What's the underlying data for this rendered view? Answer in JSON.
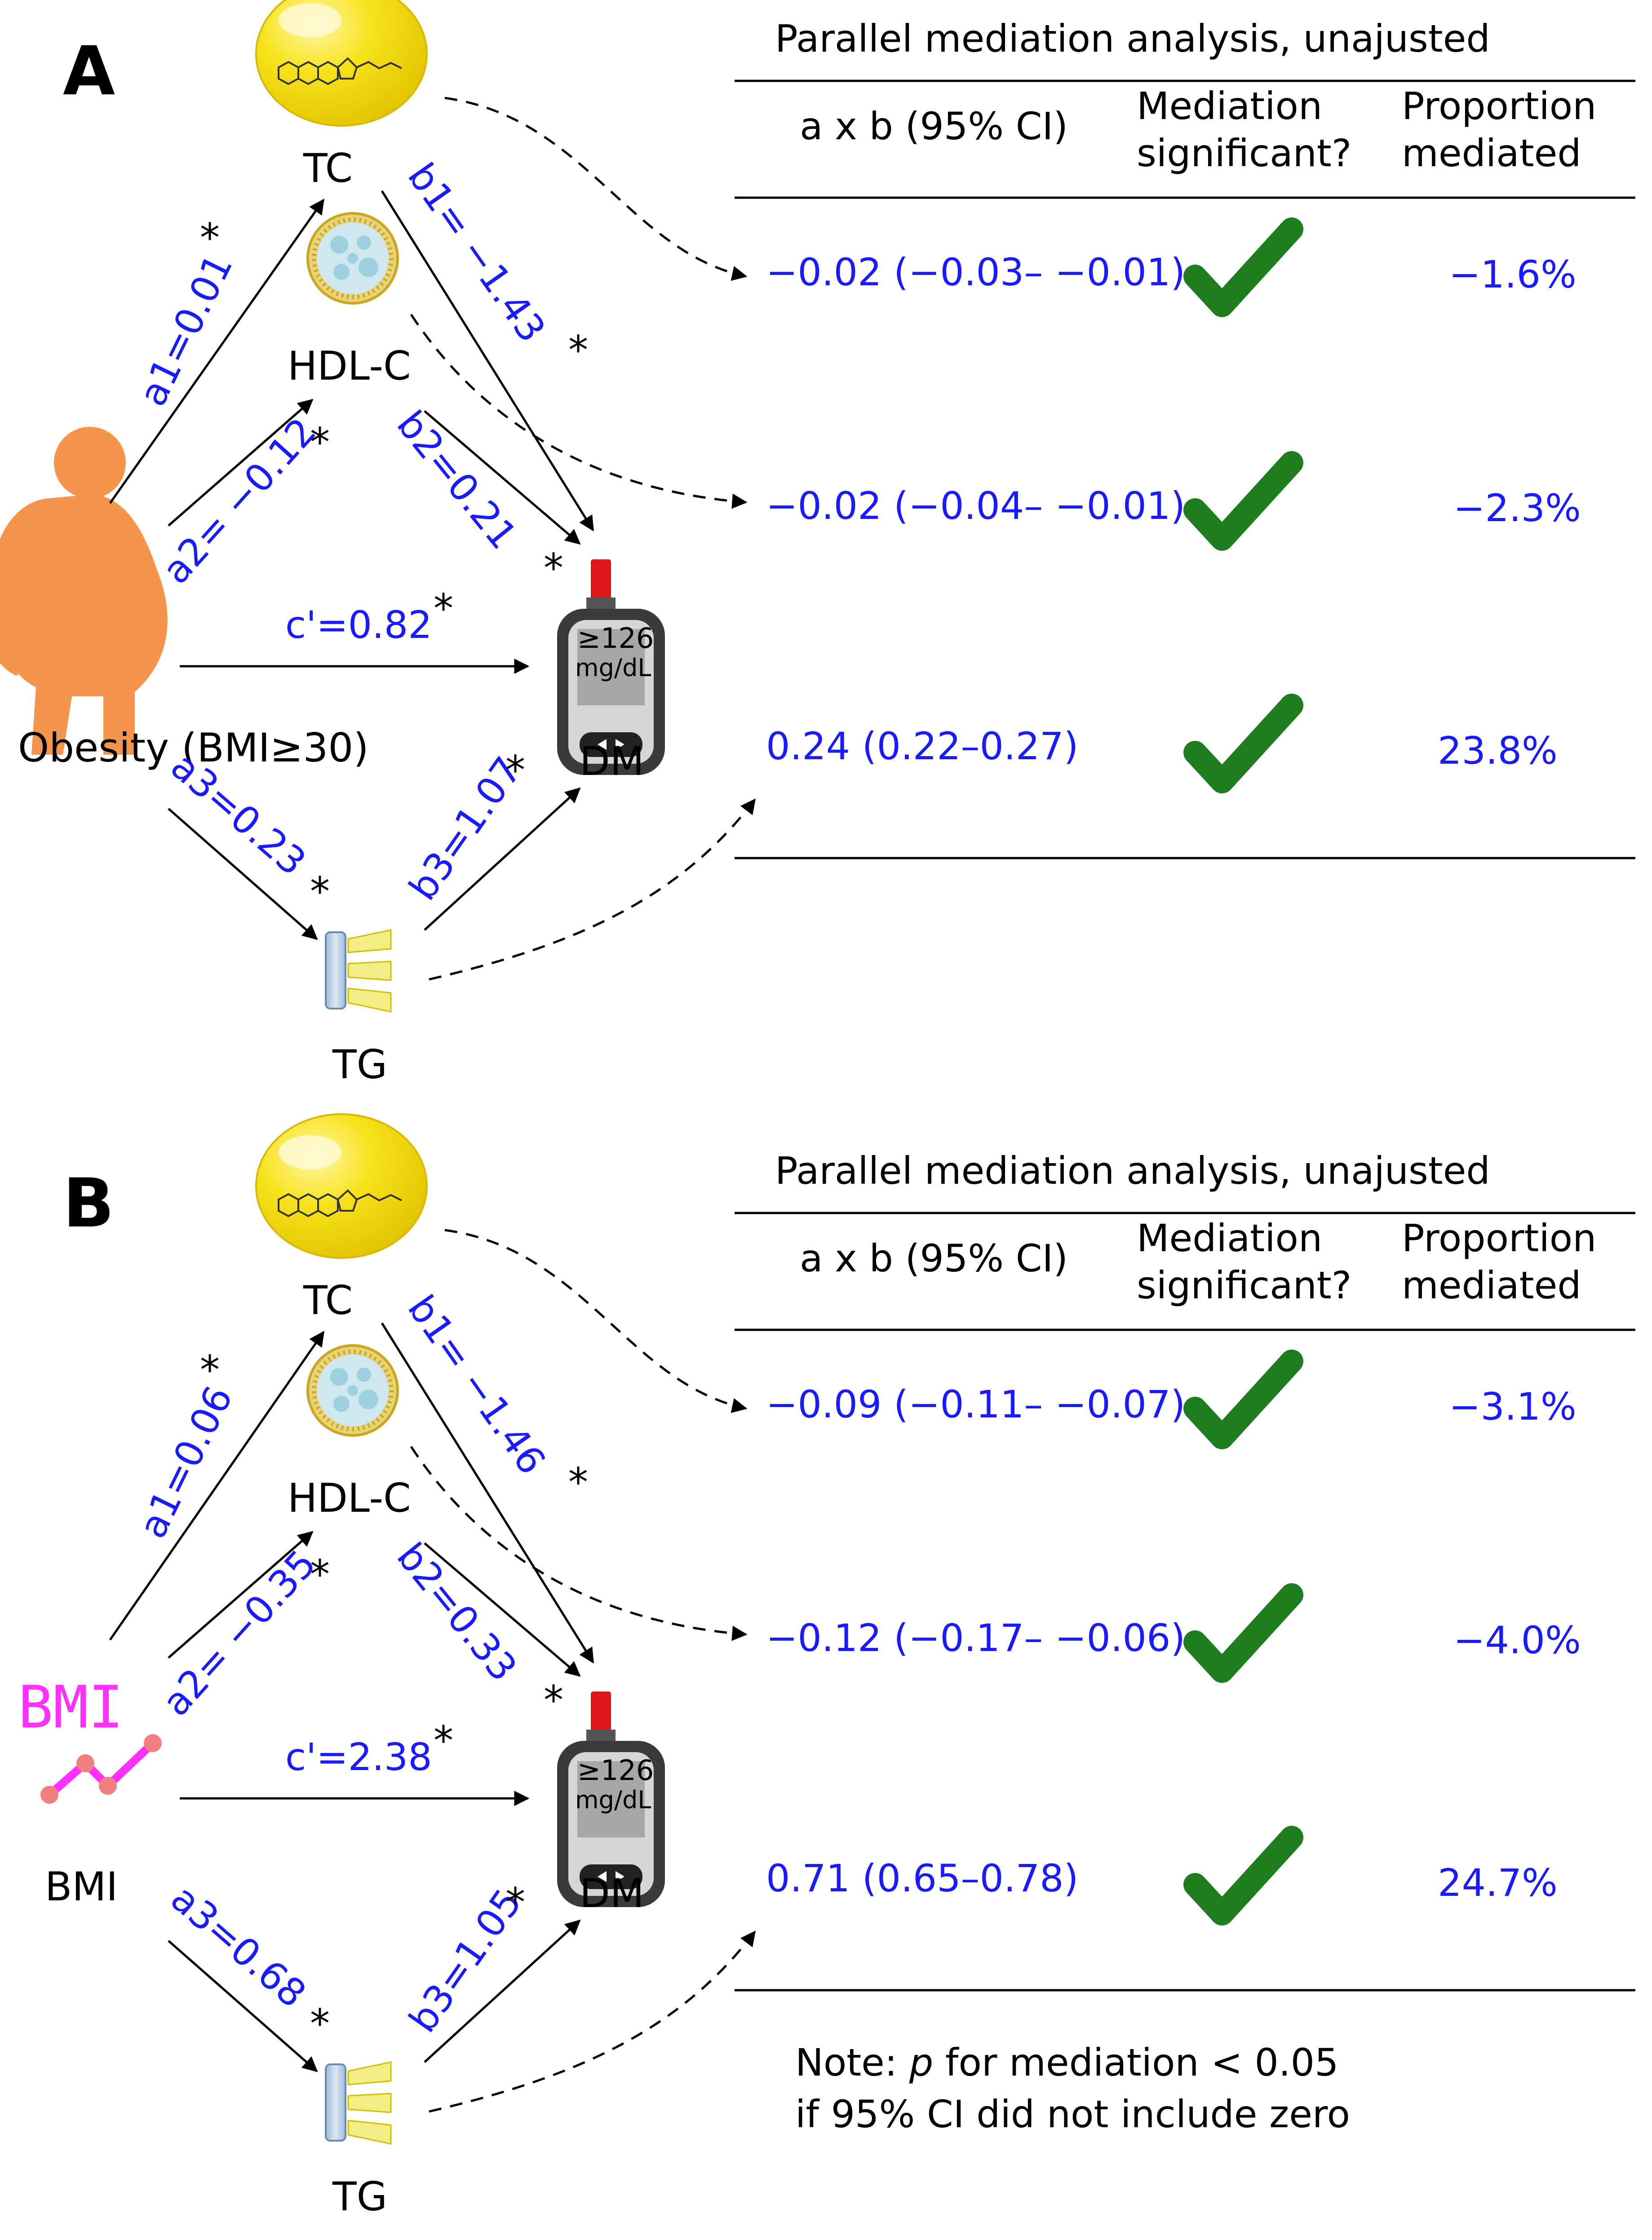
{
  "panels": [
    {
      "letter": "A",
      "exposure_label": "Obesity (BMI≥30)",
      "exposure_icon": "obese-figure-icon",
      "nodes": {
        "tc": "TC",
        "hdl": "HDL-C",
        "tg": "TG",
        "dm": "DM"
      },
      "paths": {
        "a1": "a1=0.01",
        "a2": "a2= −0.12",
        "a3": "a3=0.23",
        "b1": "b1= −1.43",
        "b2": "b2=0.21",
        "b3": "b3=1.07",
        "c": "c'=0.82"
      },
      "table": {
        "title": "Parallel mediation analysis, unajusted",
        "headers": {
          "ab": "a x b (95% CI)",
          "sig_1": "Mediation",
          "sig_2": "significant?",
          "prop_1": "Proportion",
          "prop_2": "mediated"
        },
        "rows": [
          {
            "ab": "−0.02 (−0.03– −0.01)",
            "significant": true,
            "proportion": "−1.6%"
          },
          {
            "ab": "−0.02 (−0.04– −0.01)",
            "significant": true,
            "proportion": "−2.3%"
          },
          {
            "ab": "0.24 (0.22–0.27)",
            "significant": true,
            "proportion": "23.8%"
          }
        ]
      }
    },
    {
      "letter": "B",
      "exposure_label": "BMI",
      "exposure_icon": "bmi-chart-icon",
      "exposure_icon_text": "BMI",
      "nodes": {
        "tc": "TC",
        "hdl": "HDL-C",
        "tg": "TG",
        "dm": "DM"
      },
      "paths": {
        "a1": "a1=0.06",
        "a2": "a2= −0.35",
        "a3": "a3=0.68",
        "b1": "b1= −1.46",
        "b2": "b2=0.33",
        "b3": "b3=1.05",
        "c": "c'=2.38"
      },
      "table": {
        "title": "Parallel mediation analysis, unajusted",
        "headers": {
          "ab": "a x b (95% CI)",
          "sig_1": "Mediation",
          "sig_2": "significant?",
          "prop_1": "Proportion",
          "prop_2": "mediated"
        },
        "rows": [
          {
            "ab": "−0.09 (−0.11– −0.07)",
            "significant": true,
            "proportion": "−3.1%"
          },
          {
            "ab": "−0.12 (−0.17– −0.06)",
            "significant": true,
            "proportion": "−4.0%"
          },
          {
            "ab": "0.71 (0.65–0.78)",
            "significant": true,
            "proportion": "24.7%"
          }
        ]
      },
      "note_1": "Note: ",
      "note_p": "p",
      "note_1b": " for mediation < 0.05",
      "note_2": "if 95% CI did not include zero"
    }
  ],
  "significance_marker": "*",
  "glucometer_reading": "≥126",
  "glucometer_unit": "mg/dL",
  "colors": {
    "path_label": "#1a1aff",
    "checkmark": "#1e7d1e",
    "tc_ball": "#f2d400",
    "obesity_figure": "#f5944b",
    "bmi_text": "#ff30ff",
    "glucometer_tip": "#e0161b"
  }
}
